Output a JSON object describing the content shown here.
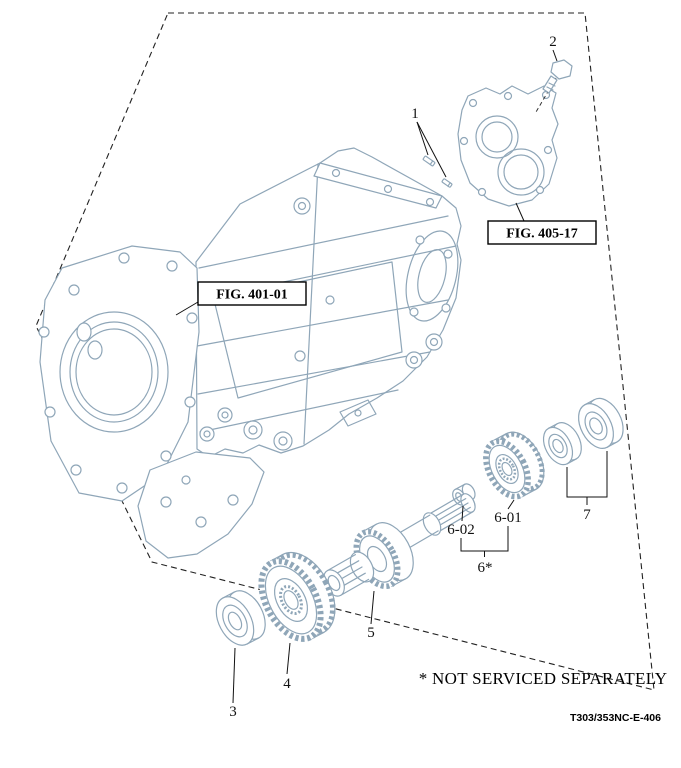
{
  "page": {
    "note": "* NOT SERVICED SEPARATELY",
    "drawing_code": "T303/353NC-E-406",
    "background": "#ffffff"
  },
  "figure_refs": {
    "fig401": "FIG. 401-01",
    "fig405": "FIG. 405-17"
  },
  "callouts": {
    "c1": "1",
    "c2": "2",
    "c3": "3",
    "c4": "4",
    "c5": "5",
    "c6": "6*",
    "c601": "6-01",
    "c602": "6-02",
    "c7": "7"
  },
  "colors": {
    "line_art": "#8fa6b8",
    "annotation": "#111111",
    "boundary_dash": "#222222"
  }
}
